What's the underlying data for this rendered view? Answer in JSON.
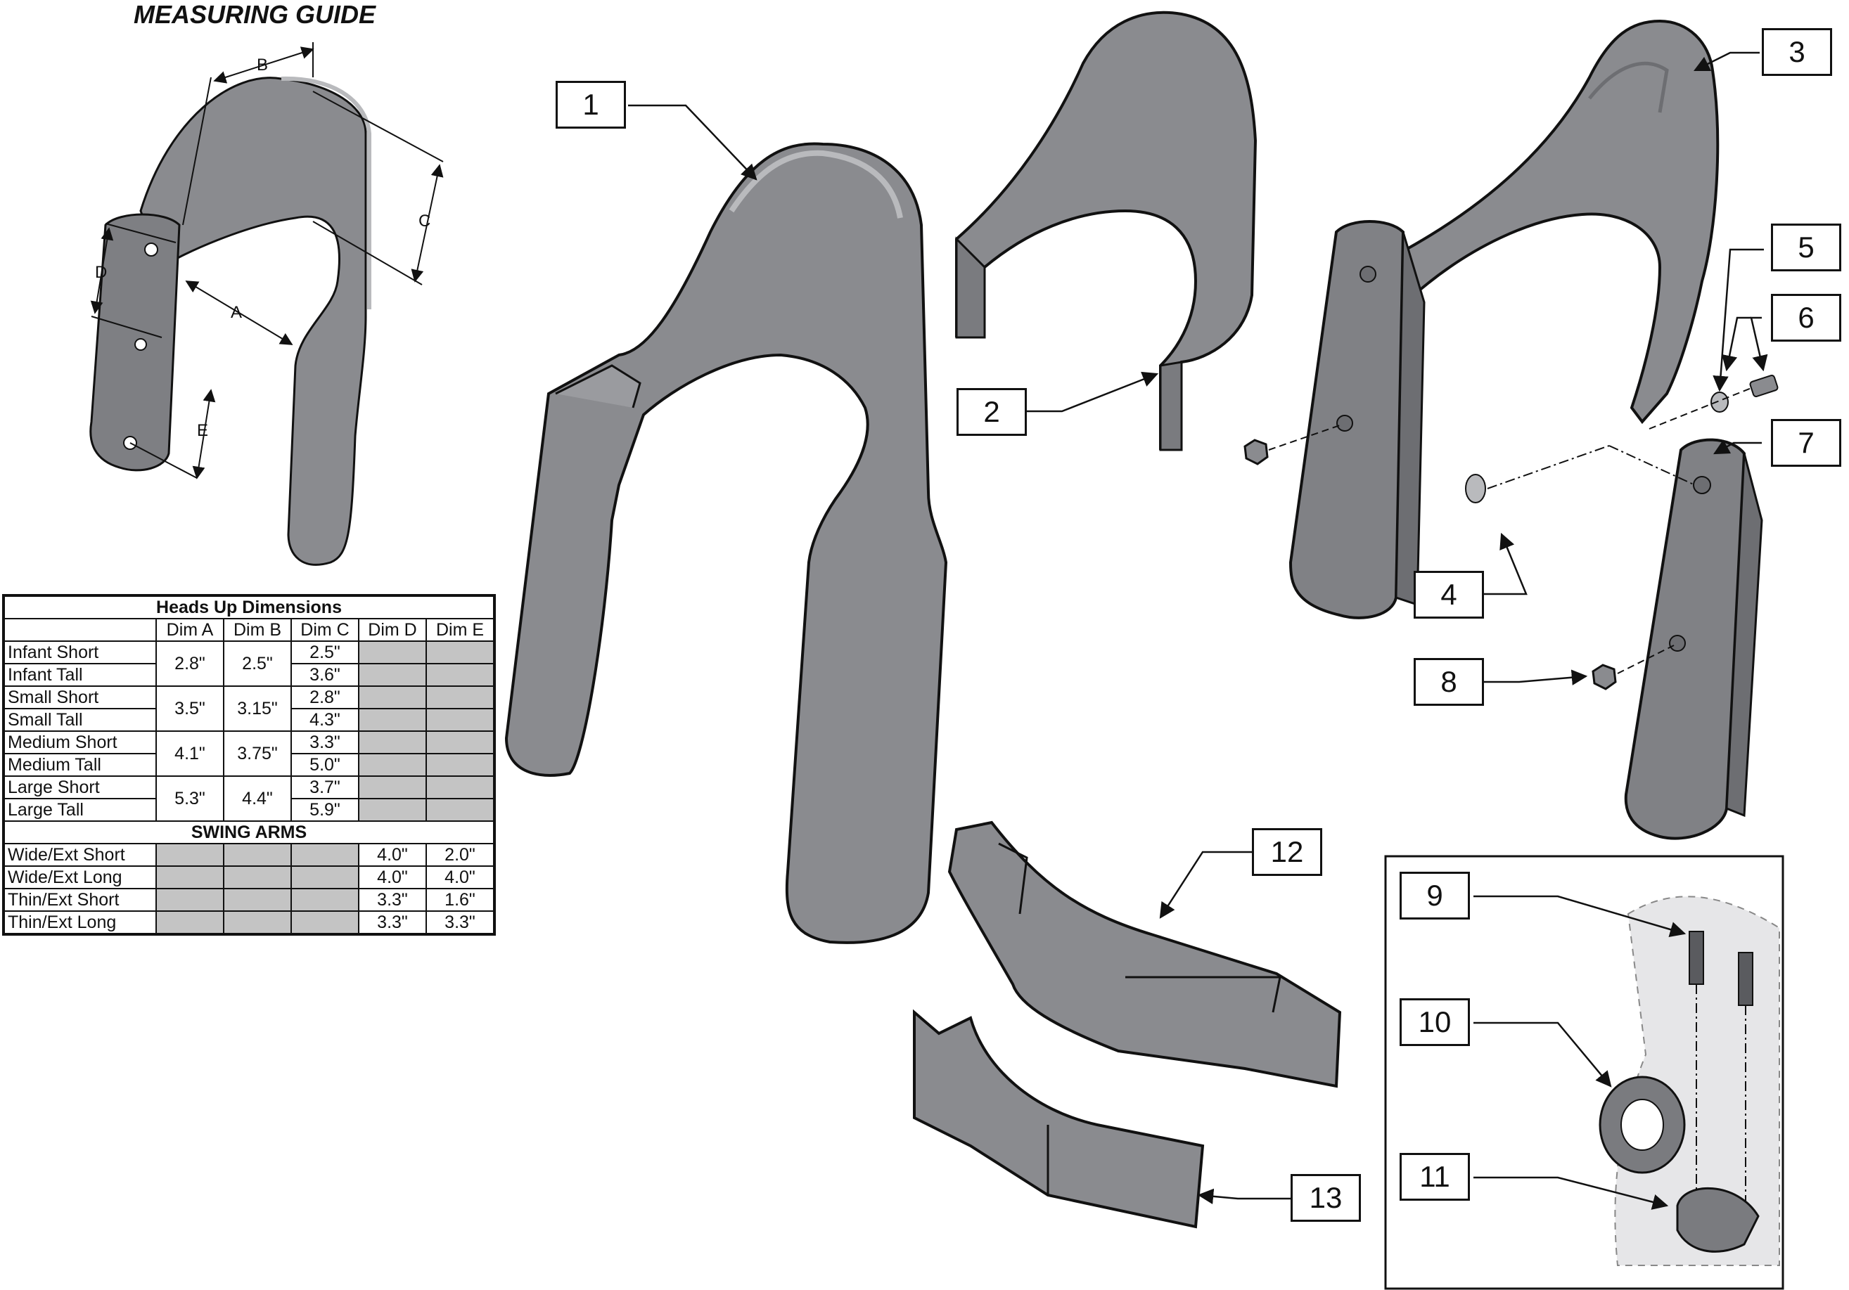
{
  "guide_title": "MEASURING GUIDE",
  "dim_letters": [
    "A",
    "B",
    "C",
    "D",
    "E"
  ],
  "table": {
    "title": "Heads Up Dimensions",
    "columns": [
      "Dim A",
      "Dim B",
      "Dim C",
      "Dim D",
      "Dim E"
    ],
    "groups": [
      {
        "rows": [
          "Infant Short",
          "Infant Tall"
        ],
        "dim_a": "2.8\"",
        "dim_b": "2.5\"",
        "dim_c": [
          "2.5\"",
          "3.6\""
        ]
      },
      {
        "rows": [
          "Small Short",
          "Small Tall"
        ],
        "dim_a": "3.5\"",
        "dim_b": "3.15\"",
        "dim_c": [
          "2.8\"",
          "4.3\""
        ]
      },
      {
        "rows": [
          "Medium Short",
          "Medium Tall"
        ],
        "dim_a": "4.1\"",
        "dim_b": "3.75\"",
        "dim_c": [
          "3.3\"",
          "5.0\""
        ]
      },
      {
        "rows": [
          "Large Short",
          "Large Tall"
        ],
        "dim_a": "5.3\"",
        "dim_b": "4.4\"",
        "dim_c": [
          "3.7\"",
          "5.9\""
        ]
      }
    ],
    "swing_title": "SWING ARMS",
    "swing_rows": [
      {
        "label": "Wide/Ext Short",
        "dim_d": "4.0\"",
        "dim_e": "2.0\""
      },
      {
        "label": "Wide/Ext Long",
        "dim_d": "4.0\"",
        "dim_e": "4.0\""
      },
      {
        "label": "Thin/Ext Short",
        "dim_d": "3.3\"",
        "dim_e": "1.6\""
      },
      {
        "label": "Thin/Ext Long",
        "dim_d": "3.3\"",
        "dim_e": "3.3\""
      }
    ]
  },
  "callouts": [
    "1",
    "2",
    "3",
    "4",
    "5",
    "6",
    "7",
    "8",
    "9",
    "10",
    "11",
    "12",
    "13"
  ],
  "colors": {
    "part_fill": "#8a8b8f",
    "part_dark": "#6d6e72",
    "part_light": "#b9babd",
    "shade": "#c4c4c4",
    "line": "#111111"
  }
}
